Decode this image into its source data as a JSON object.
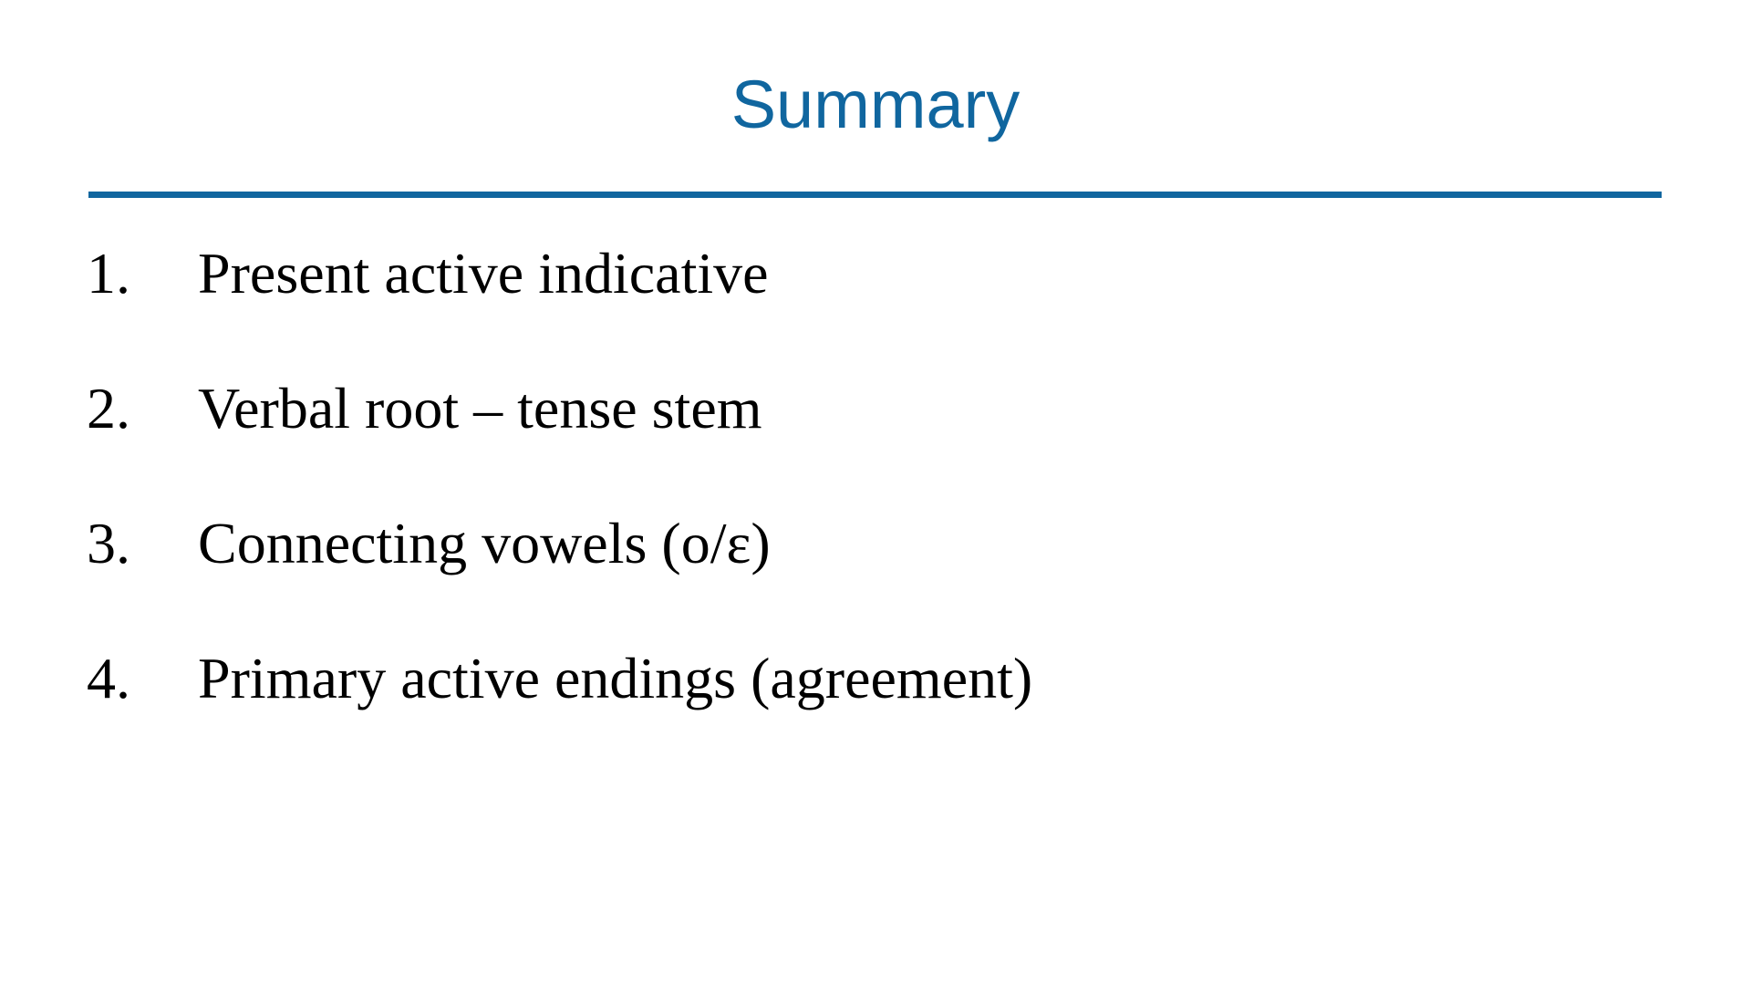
{
  "slide": {
    "title": "Summary",
    "title_color": "#10669f",
    "rule_color": "#10669f",
    "background_color": "#ffffff",
    "body_text_color": "#000000"
  },
  "list": {
    "items": [
      {
        "number": "1.",
        "text": "Present active indicative"
      },
      {
        "number": "2.",
        "text": "Verbal root – tense stem"
      },
      {
        "number": "3.",
        "text": "Connecting vowels (ο/ε)"
      },
      {
        "number": "4.",
        "text": "Primary active endings (agreement)"
      }
    ]
  }
}
